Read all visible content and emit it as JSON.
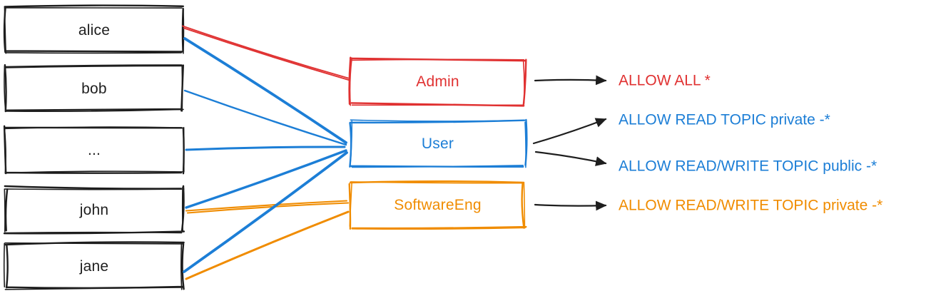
{
  "diagram": {
    "colors": {
      "red": "#e03131",
      "blue": "#1c7ed6",
      "orange": "#f08c00",
      "ink": "#1e1e1e",
      "background": "#ffffff"
    },
    "users": [
      {
        "id": "alice",
        "label": "alice"
      },
      {
        "id": "bob",
        "label": "bob"
      },
      {
        "id": "ellipsis",
        "label": "..."
      },
      {
        "id": "john",
        "label": "john"
      },
      {
        "id": "jane",
        "label": "jane"
      }
    ],
    "roles": [
      {
        "id": "admin",
        "label": "Admin",
        "color": "red"
      },
      {
        "id": "user",
        "label": "User",
        "color": "blue"
      },
      {
        "id": "softwareeng",
        "label": "SoftwareEng",
        "color": "orange"
      }
    ],
    "permissions": [
      {
        "id": "perm-allow-all",
        "label": "ALLOW ALL *",
        "color": "red"
      },
      {
        "id": "perm-read-private",
        "label": "ALLOW READ TOPIC private -*",
        "color": "blue"
      },
      {
        "id": "perm-rw-public",
        "label": "ALLOW READ/WRITE TOPIC public -*",
        "color": "blue"
      },
      {
        "id": "perm-rw-private",
        "label": "ALLOW READ/WRITE TOPIC private -*",
        "color": "orange"
      }
    ],
    "memberships": [
      {
        "from": "alice",
        "to": "admin",
        "color": "red"
      },
      {
        "from": "alice",
        "to": "user",
        "color": "blue"
      },
      {
        "from": "bob",
        "to": "user",
        "color": "blue"
      },
      {
        "from": "ellipsis",
        "to": "user",
        "color": "blue"
      },
      {
        "from": "john",
        "to": "user",
        "color": "blue"
      },
      {
        "from": "john",
        "to": "softwareeng",
        "color": "orange"
      },
      {
        "from": "jane",
        "to": "user",
        "color": "blue"
      },
      {
        "from": "jane",
        "to": "softwareeng",
        "color": "orange"
      }
    ],
    "grants": [
      {
        "from": "admin",
        "to": "perm-allow-all"
      },
      {
        "from": "user",
        "to": "perm-read-private"
      },
      {
        "from": "user",
        "to": "perm-rw-public"
      },
      {
        "from": "softwareeng",
        "to": "perm-rw-private"
      }
    ]
  }
}
